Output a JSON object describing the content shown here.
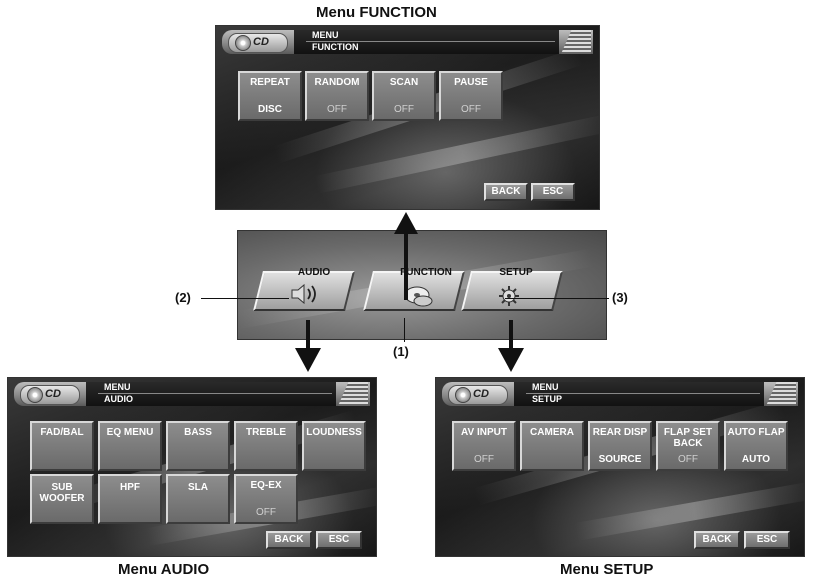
{
  "captions": {
    "function": "Menu FUNCTION",
    "audio": "Menu AUDIO",
    "setup": "Menu SETUP"
  },
  "header_logo_text": "CD",
  "function_menu": {
    "header_line1": "MENU",
    "header_line2": "FUNCTION",
    "buttons": [
      {
        "label": "REPEAT",
        "value": "DISC"
      },
      {
        "label": "RANDOM",
        "value": "OFF"
      },
      {
        "label": "SCAN",
        "value": "OFF"
      },
      {
        "label": "PAUSE",
        "value": "OFF"
      }
    ],
    "back": "BACK",
    "esc": "ESC"
  },
  "source_menu": {
    "items": [
      {
        "label": "AUDIO",
        "icon": "speaker-icon"
      },
      {
        "label": "FUNCTION",
        "icon": "cd-disc-icon"
      },
      {
        "label": "SETUP",
        "icon": "gear-icon"
      }
    ]
  },
  "callouts": {
    "c1": "(1)",
    "c2": "(2)",
    "c3": "(3)"
  },
  "audio_menu": {
    "header_line1": "MENU",
    "header_line2": "AUDIO",
    "row1": [
      {
        "label": "FAD/BAL"
      },
      {
        "label": "EQ MENU"
      },
      {
        "label": "BASS"
      },
      {
        "label": "TREBLE"
      },
      {
        "label": "LOUDNESS"
      }
    ],
    "row2": [
      {
        "label": "SUB WOOFER"
      },
      {
        "label": "HPF"
      },
      {
        "label": "SLA"
      },
      {
        "label": "EQ-EX",
        "value": "OFF"
      }
    ],
    "back": "BACK",
    "esc": "ESC"
  },
  "setup_menu": {
    "header_line1": "MENU",
    "header_line2": "SETUP",
    "buttons": [
      {
        "label": "AV INPUT",
        "value": "OFF"
      },
      {
        "label": "CAMERA",
        "value": ""
      },
      {
        "label": "REAR DISP",
        "value": "SOURCE"
      },
      {
        "label": "FLAP SET BACK",
        "value": "OFF"
      },
      {
        "label": "AUTO FLAP",
        "value": "AUTO"
      }
    ],
    "back": "BACK",
    "esc": "ESC"
  }
}
